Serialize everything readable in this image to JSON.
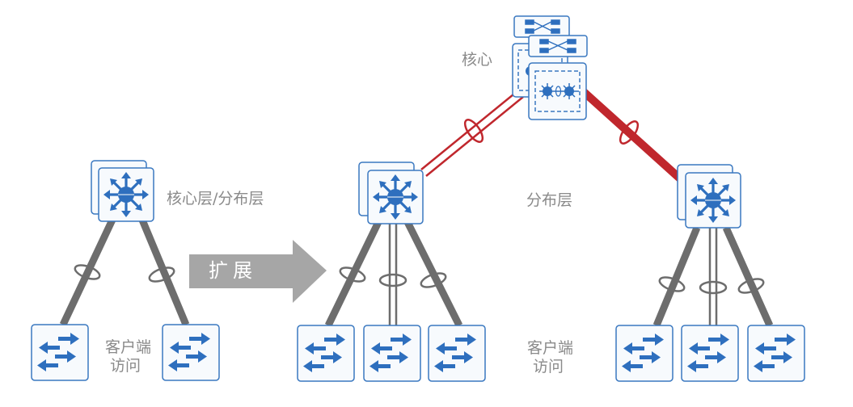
{
  "title": "网络扩展示意图",
  "colors": {
    "device_border": "#3a78c0",
    "device_fill": "#f7fafd",
    "icon_blue": "#2e6fbe",
    "access_link": "#6d6d6d",
    "core_link": "#c0272d",
    "expand_arrow": "#a6a6a6",
    "label_text": "#8a8a8a"
  },
  "left": {
    "core_distribution_label": "核心层/分布层",
    "access_label_line1": "客户端",
    "access_label_line2": "访问",
    "devices": [
      {
        "type": "multilayer-switch",
        "role": "core/distribution",
        "stacked": true
      },
      {
        "type": "access-switch",
        "role": "access"
      },
      {
        "type": "access-switch",
        "role": "access"
      }
    ]
  },
  "expand_arrow": {
    "label": "扩展"
  },
  "right": {
    "core_label": "核心",
    "distribution_label": "分布层",
    "access_label_line1": "客户端",
    "access_label_line2": "访问",
    "core_devices": [
      {
        "type": "core-switch-stack",
        "stacked": true
      }
    ],
    "distribution_devices": [
      {
        "type": "multilayer-switch",
        "stacked": true,
        "position": "left"
      },
      {
        "type": "multilayer-switch",
        "stacked": true,
        "position": "right"
      }
    ],
    "access_groups": [
      {
        "distribution": "left",
        "switches": 3
      },
      {
        "distribution": "right",
        "switches": 3
      }
    ],
    "core_links": [
      {
        "from": "core",
        "to": "distribution-left",
        "style": "double-line",
        "bundle": true
      },
      {
        "from": "core",
        "to": "distribution-right",
        "style": "thick",
        "bundle": true
      }
    ]
  }
}
